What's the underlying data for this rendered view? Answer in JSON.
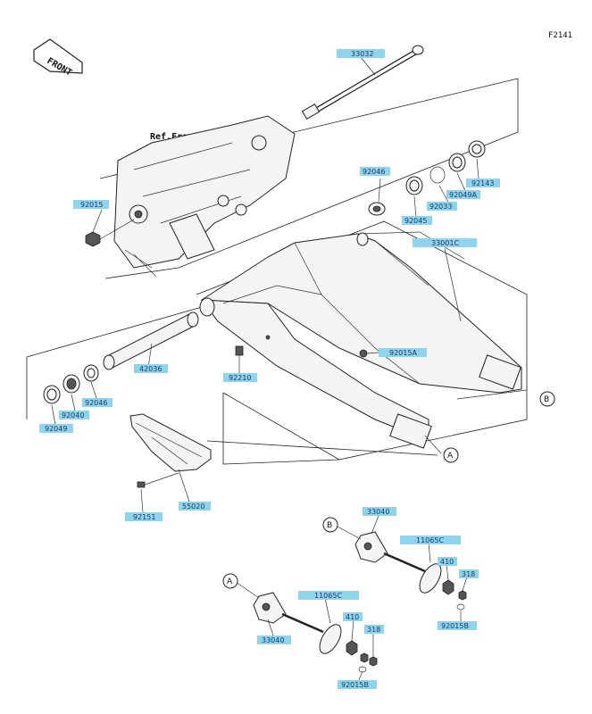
{
  "diagram_code": "F2141",
  "front_label": "FRONT",
  "ref_frame": "Ref.Frame",
  "parts": [
    {
      "id": "p33032",
      "label": "33032"
    },
    {
      "id": "p92046a",
      "label": "92046"
    },
    {
      "id": "p92015",
      "label": "92015"
    },
    {
      "id": "p92049a",
      "label": "92049A"
    },
    {
      "id": "p92143",
      "label": "92143"
    },
    {
      "id": "p92033",
      "label": "92033"
    },
    {
      "id": "p92045",
      "label": "92045"
    },
    {
      "id": "p33001c",
      "label": "33001C"
    },
    {
      "id": "p92015a",
      "label": "92015A"
    },
    {
      "id": "p42036",
      "label": "42036"
    },
    {
      "id": "p92210",
      "label": "92210"
    },
    {
      "id": "p92046b",
      "label": "92046"
    },
    {
      "id": "p92040",
      "label": "92040"
    },
    {
      "id": "p92049",
      "label": "92049"
    },
    {
      "id": "p92151",
      "label": "92151"
    },
    {
      "id": "p55020",
      "label": "55020"
    },
    {
      "id": "p33040b",
      "label": "33040"
    },
    {
      "id": "p11065c_b",
      "label": "11065C"
    },
    {
      "id": "p410b",
      "label": "410"
    },
    {
      "id": "p318b",
      "label": "318"
    },
    {
      "id": "p92015b_b",
      "label": "92015B"
    },
    {
      "id": "p11065c_a",
      "label": "11065C"
    },
    {
      "id": "p410a",
      "label": "410"
    },
    {
      "id": "p318a",
      "label": "318"
    },
    {
      "id": "p33040a",
      "label": "33040"
    },
    {
      "id": "p92015b_a",
      "label": "92015B"
    }
  ],
  "callouts": [
    "A",
    "B",
    "B",
    "A"
  ]
}
